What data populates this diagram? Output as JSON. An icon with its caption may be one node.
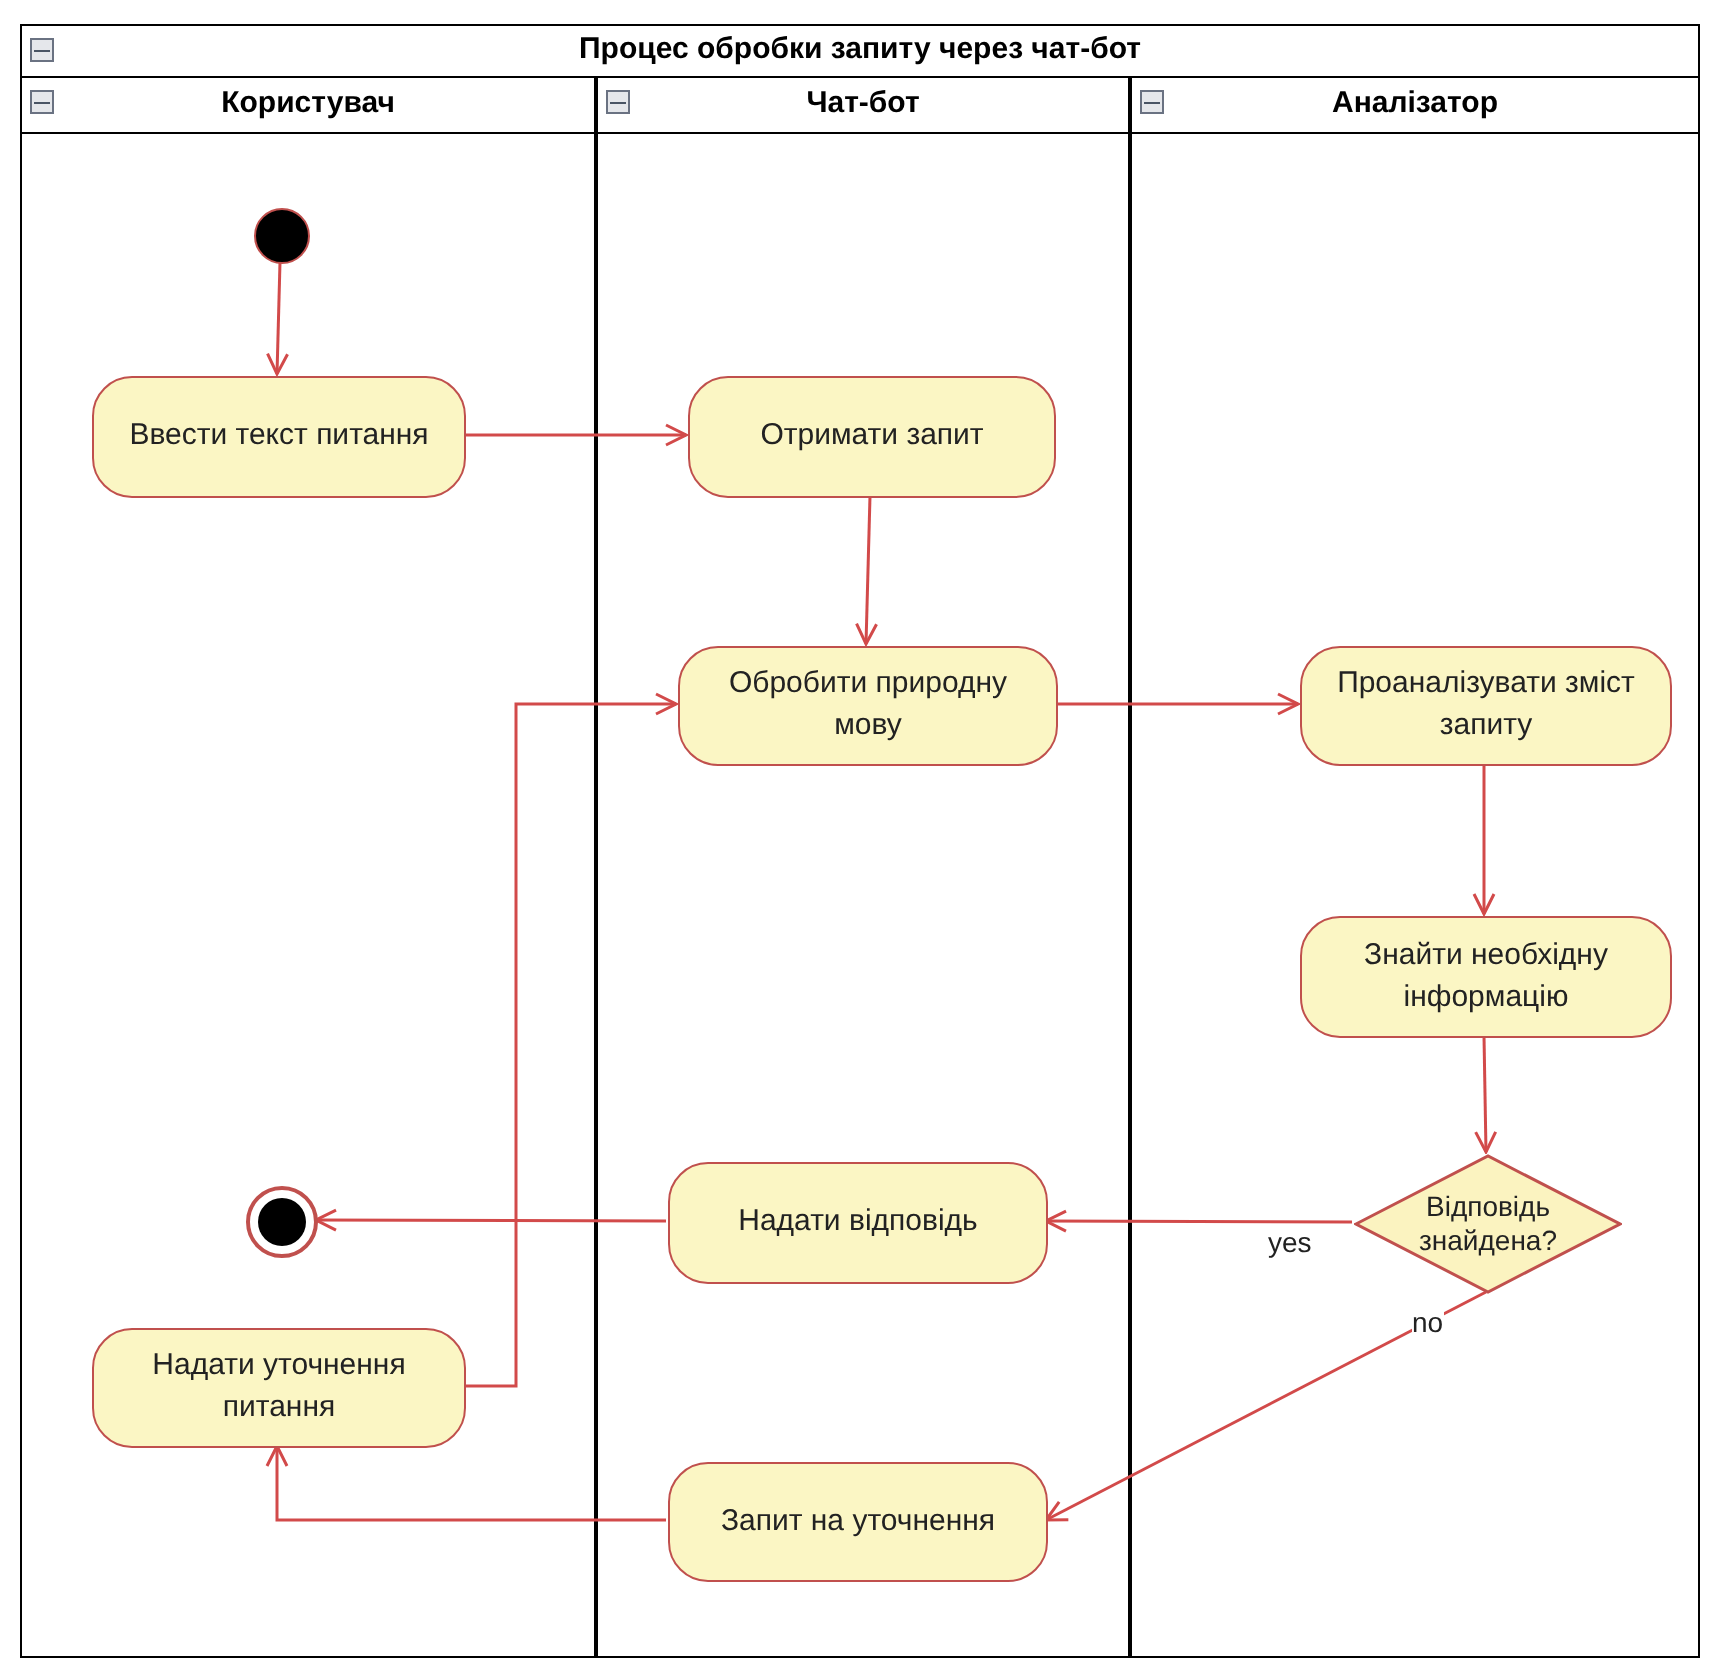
{
  "diagram": {
    "title": "Процес обробки запиту через чат-бот",
    "nodes": [
      {
        "text": [
          "Користувач"
        ]
      },
      {
        "text": [
          "Чат-бот"
        ]
      },
      {
        "text": [
          "Аналізатор"
        ]
      },
      {
        "text": [],
        "shape": "circle",
        "in": 0
      },
      {
        "text": [
          "Ввести текст питання"
        ],
        "in": 0
      },
      {
        "text": [
          "Отримати запит"
        ],
        "in": 1
      },
      {
        "text": [
          "Обробити природну мову"
        ],
        "in": 1
      },
      {
        "text": [
          "Проаналізувати зміст запиту"
        ],
        "in": 2
      },
      {
        "text": [
          "Знайти необхідну інформацію"
        ],
        "in": 2
      },
      {
        "text": [
          "Відповідь знайдена?"
        ],
        "in": 2
      },
      {
        "text": [
          "Надати відповідь"
        ],
        "in": 1
      },
      {
        "text": [],
        "shape": "circle",
        "in": 0
      },
      {
        "text": [
          "Надати уточнення питання"
        ],
        "in": 0
      },
      {
        "text": [
          "Запит на уточнення"
        ],
        "in": 1
      }
    ],
    "edges": [
      {
        "from": 3,
        "to": 4,
        "arrow": "to"
      },
      {
        "from": 4,
        "to": 5,
        "arrow": "to"
      },
      {
        "from": 5,
        "to": 6,
        "arrow": "to"
      },
      {
        "from": 6,
        "to": 7,
        "arrow": "to"
      },
      {
        "from": 7,
        "to": 8,
        "arrow": "to"
      },
      {
        "from": 8,
        "to": 9,
        "arrow": "to"
      },
      {
        "from": 9,
        "to": 10,
        "arrow": "to",
        "label": "yes"
      },
      {
        "from": 10,
        "to": 11,
        "arrow": "to"
      },
      {
        "from": 9,
        "to": 13,
        "arrow": "to",
        "label": "no"
      },
      {
        "from": 13,
        "to": 12,
        "arrow": "to"
      },
      {
        "from": 12,
        "to": 6,
        "arrow": "to"
      }
    ]
  }
}
